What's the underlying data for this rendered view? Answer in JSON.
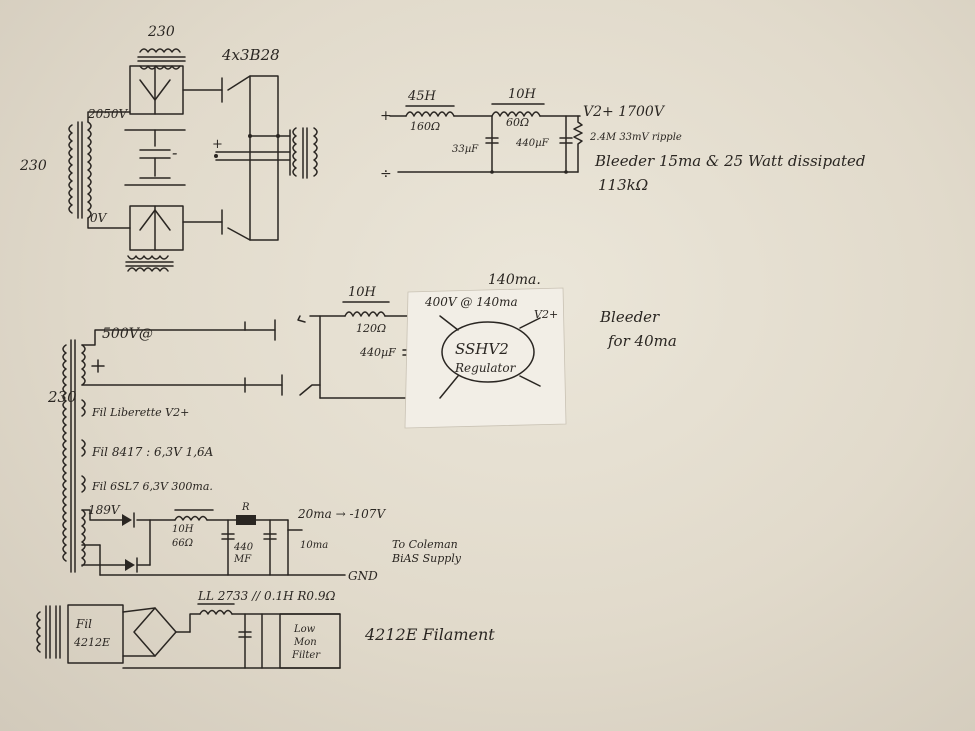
{
  "hv_supply": {
    "primary_top": "230",
    "primary_left": "230",
    "tube_label": "4x3B28",
    "secondary_top": "2050V",
    "secondary_bottom": "0V",
    "minus": "-",
    "plus": "+",
    "in_plus": "+",
    "ground_sym": "÷"
  },
  "hv_filter": {
    "choke1": "45H",
    "choke1_r": "160Ω",
    "cap1": "33µF",
    "choke2": "10H",
    "choke2_r": "60Ω",
    "cap2": "440µF",
    "out": "V2+  1700V",
    "ripple": "2.4M 33mV ripple",
    "bleeder": "Bleeder 15ma & 25 Watt dissipated",
    "bleeder_r": "113kΩ"
  },
  "lv_supply": {
    "primary": "230",
    "sec": "500V@",
    "choke": "10H",
    "choke_r": "120Ω",
    "cap": "440µF",
    "current": "140ma.",
    "reg_in": "400V @ 140ma",
    "reg_out": "V2+",
    "reg_name1": "SSHV2",
    "reg_name2": "Regulator",
    "bleeder1": "Bleeder",
    "bleeder2": "for 40ma"
  },
  "filaments": {
    "fil1": "Fil Liberette V2+",
    "fil2": "Fil 8417 : 6,3V   1,6A",
    "fil3": "Fil 6SL7   6,3V   300ma."
  },
  "bias": {
    "sec": "189V",
    "choke": "10H",
    "choke_r": "66Ω",
    "r_label": "R",
    "cap": "440",
    "cap_unit": "MF",
    "out": "20ma → -107V",
    "bleed": "10ma",
    "note1": "To Coleman",
    "note2": "BiAS Supply",
    "gnd": "GND"
  },
  "filament_4212": {
    "sec1": "Fil",
    "sec2": "4212E",
    "choke": "LL 2733 // 0.1H R0.9Ω",
    "box1": "Low",
    "box2": "Mon",
    "box3": "Filter",
    "label": "4212E Filament"
  }
}
